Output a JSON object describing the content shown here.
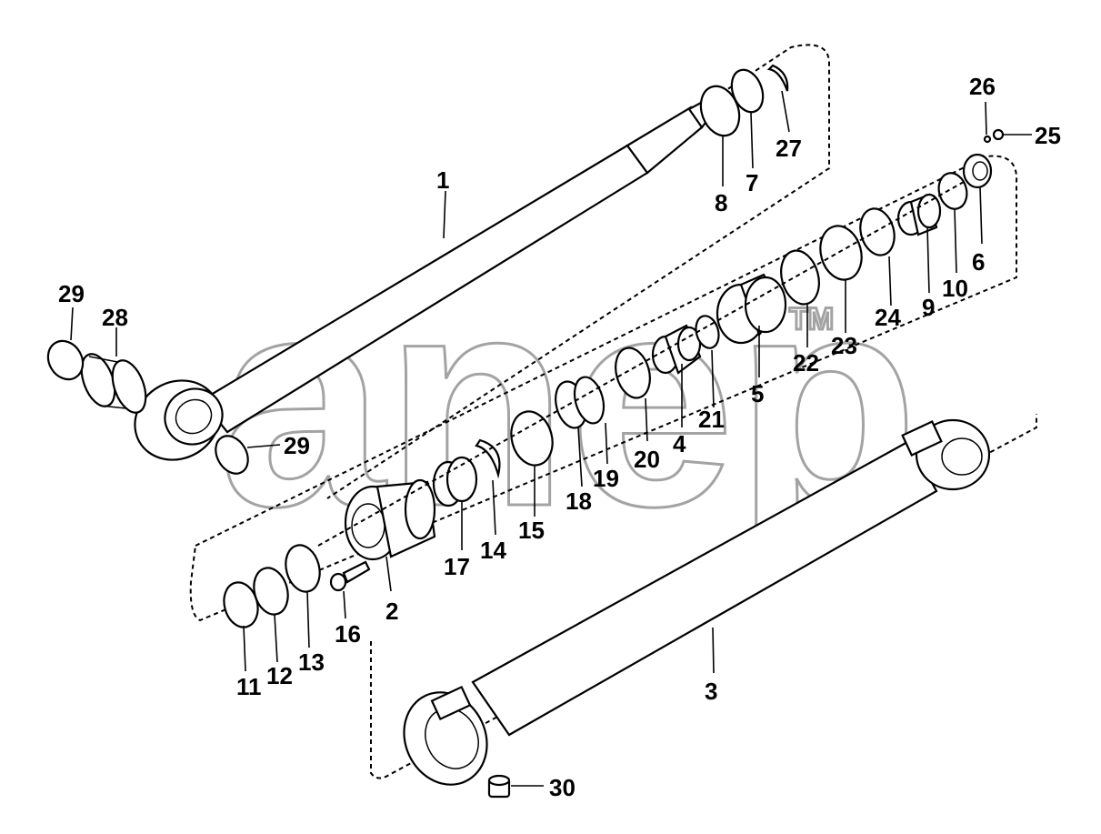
{
  "watermark": {
    "text": "anep",
    "tm": "TM"
  },
  "colors": {
    "line": "#000000",
    "watermark": "#9a9a9a",
    "background": "#ffffff"
  },
  "callouts": {
    "c1": "1",
    "c2": "2",
    "c3": "3",
    "c4": "4",
    "c5": "5",
    "c6": "6",
    "c7": "7",
    "c8": "8",
    "c9": "9",
    "c10": "10",
    "c11": "11",
    "c12": "12",
    "c13": "13",
    "c14": "14",
    "c15": "15",
    "c16": "16",
    "c17": "17",
    "c18": "18",
    "c19": "19",
    "c20": "20",
    "c21": "21",
    "c22": "22",
    "c23": "23",
    "c24": "24",
    "c25": "25",
    "c26": "26",
    "c27": "27",
    "c28": "28",
    "c29a": "29",
    "c29b": "29",
    "c30": "30"
  }
}
